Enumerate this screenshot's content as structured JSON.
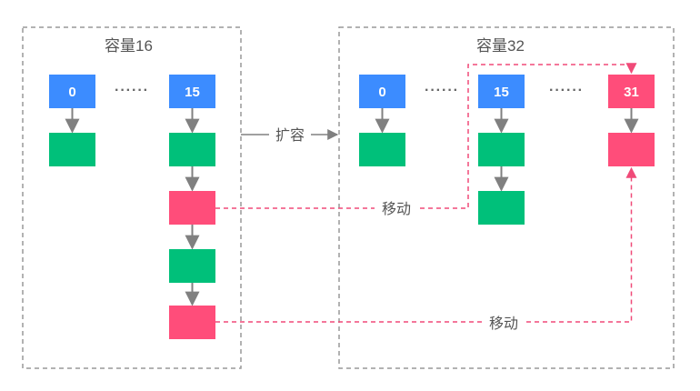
{
  "colors": {
    "bucket": "#3c8cff",
    "node": "#00c07a",
    "moved": "#ff4d7a",
    "arrow": "#808080",
    "dashed": "#f04a78",
    "border": "#999999"
  },
  "left_group": {
    "title": "容量16",
    "buckets": [
      "0",
      "15"
    ],
    "ellipsis": "······"
  },
  "resize_label": "扩容",
  "right_group": {
    "title": "容量32",
    "buckets": [
      "0",
      "15",
      "31"
    ],
    "ellipsis_1": "······",
    "ellipsis_2": "······"
  },
  "move_labels": [
    "移动",
    "移动"
  ]
}
